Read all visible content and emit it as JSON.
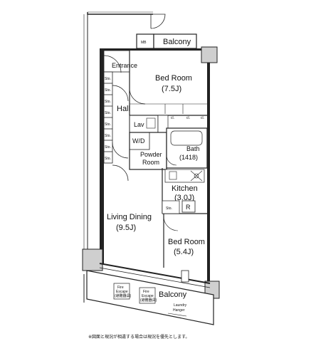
{
  "rooms": {
    "mb": "MB",
    "balcony_top": "Balcony",
    "entrance": "Entrance",
    "bed_room_1": {
      "name": "Bed Room",
      "size": "(7.5J)"
    },
    "hall": "Hall",
    "lav": "Lav",
    "wd": "W/D",
    "powder_room": {
      "line1": "Powder",
      "line2": "Room"
    },
    "bath": {
      "name": "Bath",
      "size": "(1418)"
    },
    "kitchen": {
      "name": "Kitchen",
      "size": "(3.0J)"
    },
    "sto": "Sto.",
    "refrigerator": "R",
    "living_dining": {
      "name": "Living Dining",
      "size": "(9.5J)"
    },
    "bed_room_2": {
      "name": "Bed Room",
      "size": "(5.4J)"
    },
    "balcony_bottom": "Balcony",
    "laundry_hanger": {
      "line1": "Laundry",
      "line2": "Hanger"
    }
  },
  "closets": [
    "Sto.",
    "Sto.",
    "Sto.",
    "Sto.",
    "Sto.",
    "Sto.",
    "Sto.",
    "Sto."
  ],
  "cl_labels": [
    "cl.",
    "cl.",
    "cl."
  ],
  "fire_escape": [
    {
      "line1": "Fire",
      "line2": "Escape",
      "line3": "(避難器具)"
    },
    {
      "line1": "Fire",
      "line2": "Escape",
      "line3": "(避難器具)"
    }
  ],
  "footnote": "※図面と現況が相違する場合は現況を優先とします。"
}
